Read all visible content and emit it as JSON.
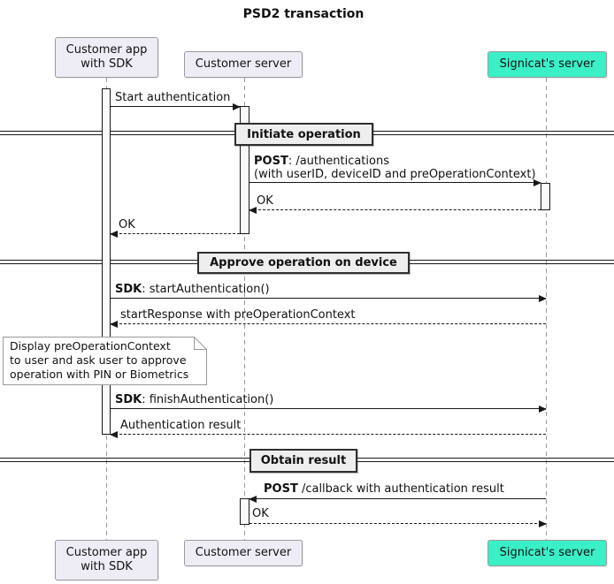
{
  "title": "PSD2 transaction",
  "participants": {
    "customer_app": {
      "lines": [
        "Customer app",
        "with SDK"
      ]
    },
    "customer_server": {
      "lines": [
        "Customer server"
      ]
    },
    "signicat": {
      "lines": [
        "Signicat's server"
      ]
    }
  },
  "dividers": [
    {
      "label": "Initiate operation"
    },
    {
      "label": "Approve operation on device"
    },
    {
      "label": "Obtain result"
    }
  ],
  "messages": [
    {
      "text": "Start authentication"
    },
    {
      "bold": "POST",
      "text": ": /authentications",
      "line2": "(with userID, deviceID and preOperationContext)"
    },
    {
      "text": "OK"
    },
    {
      "text": "OK"
    },
    {
      "bold": "SDK",
      "text": ": startAuthentication()"
    },
    {
      "text": "startResponse with preOperationContext"
    },
    {
      "bold": "SDK",
      "text": ": finishAuthentication()"
    },
    {
      "text": "Authentication result"
    },
    {
      "bold": "POST",
      "text": " /callback with authentication result"
    },
    {
      "text": "OK"
    }
  ],
  "note": {
    "lines": [
      "Display preOperationContext",
      "to user and ask user to approve",
      "operation with PIN or Biometrics"
    ]
  },
  "colors": {
    "participant_fill": "#EEEDF5",
    "signicat_fill": "#3BEFC7",
    "divider_fill": "#EEEEEE",
    "line": "#181818",
    "lifeline": "#999999",
    "note_fill": "#FFFFFF"
  }
}
